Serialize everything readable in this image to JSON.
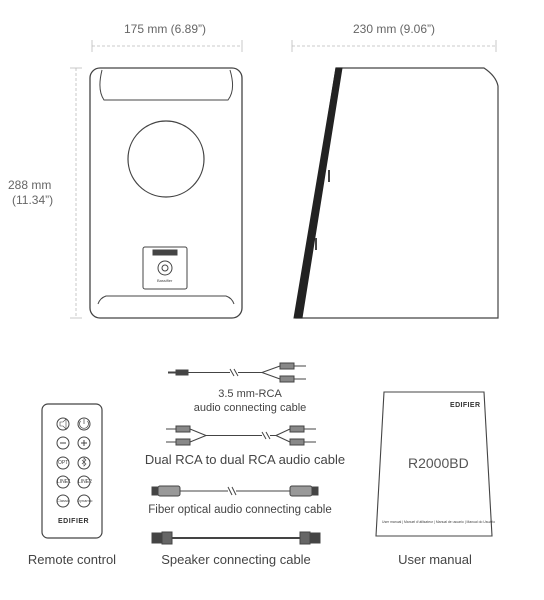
{
  "dimensions": {
    "width": "175 mm (6.89”)",
    "depth": "230 mm (9.06”)",
    "height_mm": "288 mm",
    "height_in": "(11.34”)"
  },
  "speaker_panel_text": "Bassifier",
  "remote": {
    "brand": "EDIFIER",
    "buttons": [
      "mute",
      "power",
      "minus",
      "plus",
      "OPT",
      "bluetooth",
      "LINE1",
      "LINE2",
      "Classic",
      "Dynamic"
    ],
    "button_labels": {
      "opt": "OPT",
      "line1": "LINE1",
      "line2": "LINE2",
      "classic": "Classic",
      "dynamic": "Dynamic"
    }
  },
  "manual": {
    "brand": "EDIFIER",
    "model": "R2000BD",
    "footer": "User manual | Manuel d'utilisateur | Manual de usuario | Manual do Usuário"
  },
  "captions": {
    "rca_cable_line1": "3.5 mm-RCA",
    "rca_cable_line2": "audio connecting cable",
    "dual_rca": "Dual RCA to dual RCA audio cable",
    "fiber": "Fiber optical audio connecting cable",
    "remote": "Remote control",
    "speaker_cable": "Speaker connecting cable",
    "manual": "User manual"
  },
  "colors": {
    "line": "#444444",
    "dim_line": "#bbbbbb",
    "dark_panel": "#222222",
    "text": "#444444"
  }
}
